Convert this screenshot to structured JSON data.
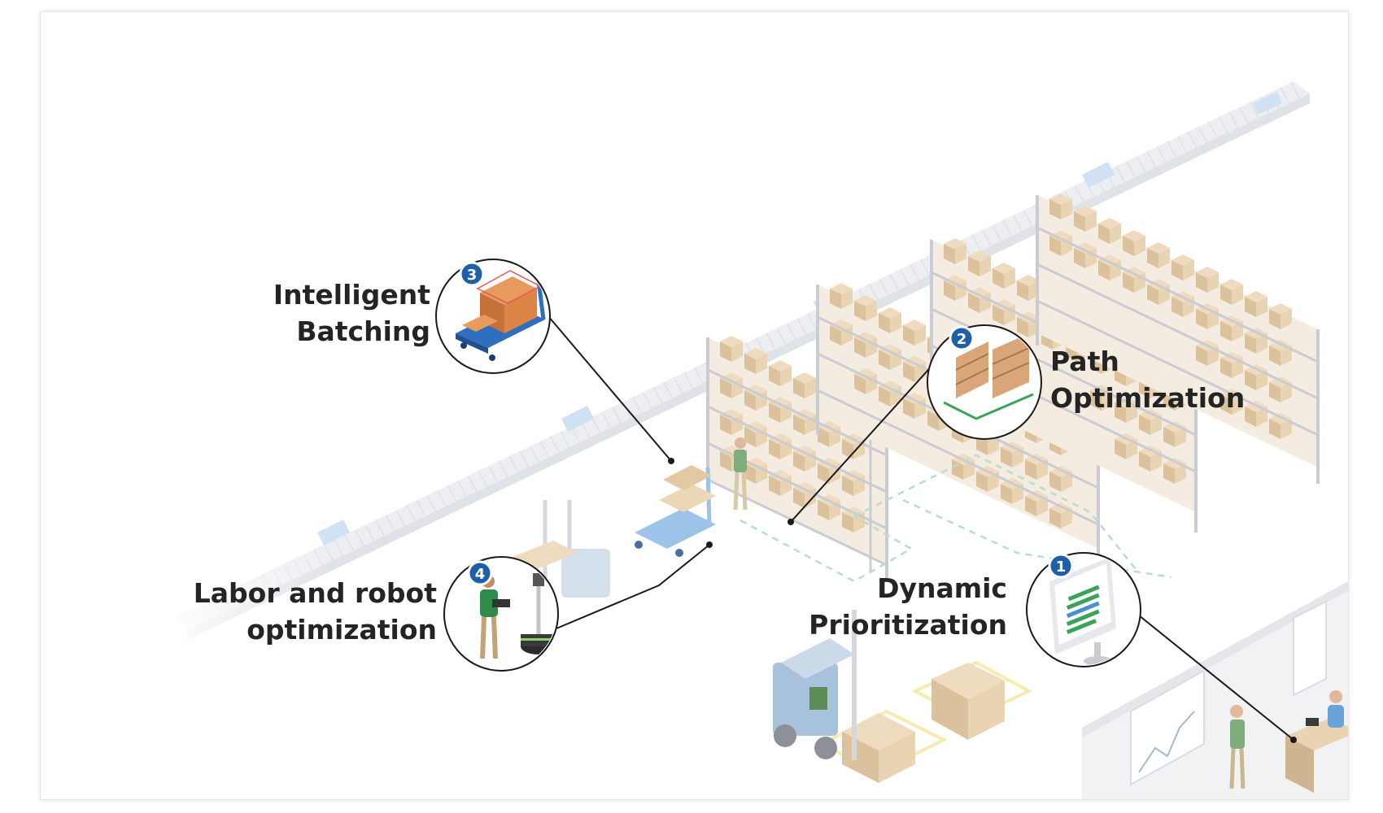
{
  "colors": {
    "badge_fill": "#1f5fa8",
    "callout_line": "#1a1a1a",
    "rack_box": "#e0c9a6",
    "rack_frame": "#c9ccd2",
    "conveyor": "#e9ebee",
    "floor_marking_yellow": "#f6ecb0",
    "path_dash": "#b9dccc",
    "label_text": "#242424"
  },
  "callouts": [
    {
      "number": "1",
      "lines": [
        "Dynamic",
        "Prioritization"
      ],
      "icon": "monitor-dashboard-icon"
    },
    {
      "number": "2",
      "lines": [
        "Path",
        "Optimization"
      ],
      "icon": "rack-path-icon"
    },
    {
      "number": "3",
      "lines": [
        "Intelligent",
        "Batching"
      ],
      "icon": "batched-cart-icon"
    },
    {
      "number": "4",
      "lines": [
        "Labor and robot",
        "optimization"
      ],
      "icon": "worker-robot-icon"
    }
  ]
}
